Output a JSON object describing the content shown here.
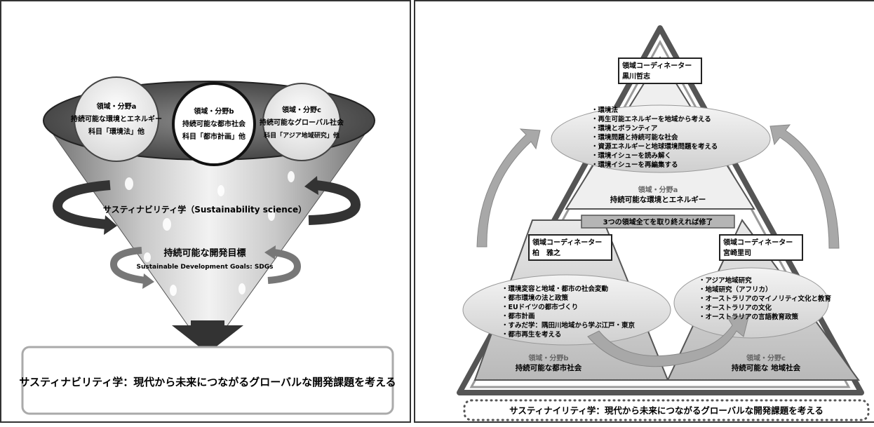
{
  "left": {
    "circles": [
      {
        "lines": [
          "領域・分野a",
          "持続可能な環境とエネルギー",
          "科目「環境法」他"
        ]
      },
      {
        "lines": [
          "領域・分野b",
          "持続可能な都市社会",
          "科目「都市計画」他"
        ]
      },
      {
        "lines": [
          "領域・分野c",
          "持続可能なグローバル社会",
          "科目「アジア地域研究」他"
        ]
      }
    ],
    "sustainability_label": "サスティナビリティ学（Sustainability science）",
    "sdg_label": "持続可能な開発目標",
    "sdg_sub": "Sustainable Development Goals: SDGs",
    "bottom_text": "サスティナビリティ学：現代から未来につながるグローバルな開発課題を考える"
  },
  "right": {
    "coord_a": {
      "title": "領域コーディネーター",
      "name": "黒川哲志"
    },
    "coord_b": {
      "title": "領域コーディネーター",
      "name": "柏　雅之"
    },
    "coord_c": {
      "title": "領域コーディネーター",
      "name": "宮崎里司"
    },
    "items_a": [
      "・環境法",
      "・再生可能エネルギーを地域から考える",
      "・環境とボランティア",
      "・環境問題と持続可能な社会",
      "・資源エネルギーと地球環境問題を考える",
      "・環境イシューを読み解く",
      "・環境イシューを再編集する"
    ],
    "items_b": [
      "・環境変容と地域・都市の社会変動",
      "・都市環境の法と政策",
      "・EUドイツの都市づくり",
      "・都市計画",
      "・すみだ学：隅田川地域から学ぶ江戸・東京",
      "・都市再生を考える"
    ],
    "items_c": [
      "・アジア地域研究",
      "・地域研究（アフリカ）",
      "・オーストラリアのマイノリティ文化と教育",
      "・オーストラリアの文化",
      "・オーストラリアの言語教育政策"
    ],
    "field_a": {
      "name": "領域・分野a",
      "desc": "持続可能な環境とエネルギー"
    },
    "field_b": {
      "name": "領域・分野b",
      "desc": "持続可能な都市社会"
    },
    "field_c": {
      "name": "領域・分野c",
      "desc": "持続可能な 地域社会"
    },
    "banner": "3つの領域全てを取り終えれば修了",
    "bottom_text": "サスティナイリティ学：現代から未来につながるグローバルな開発課題を考える"
  },
  "colors": {
    "bar": "#b5b5b5",
    "ellipse": "#e2e2e2",
    "dark": "#3a3a3a"
  }
}
